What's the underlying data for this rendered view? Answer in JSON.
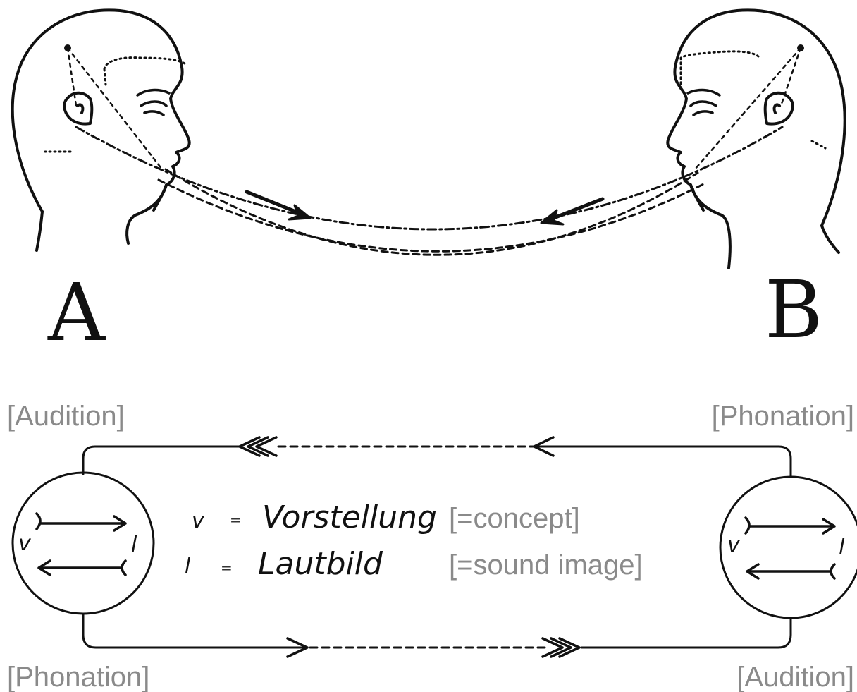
{
  "top": {
    "speaker_a": "A",
    "speaker_b": "B"
  },
  "circuit": {
    "label_top_left": "[Audition]",
    "label_top_right": "[Phonation]",
    "label_bottom_left": "[Phonation]",
    "label_bottom_right": "[Audition]",
    "circle_a_v": "v",
    "circle_a_l": "l",
    "circle_b_v": "v",
    "circle_b_l": "l"
  },
  "legend": {
    "v_symbol": "v",
    "v_equals": "=",
    "v_term": "Vorstellung",
    "v_gloss": "[=concept]",
    "l_symbol": "l",
    "l_equals": "=",
    "l_term": "Lautbild",
    "l_gloss": "[=sound image]"
  }
}
